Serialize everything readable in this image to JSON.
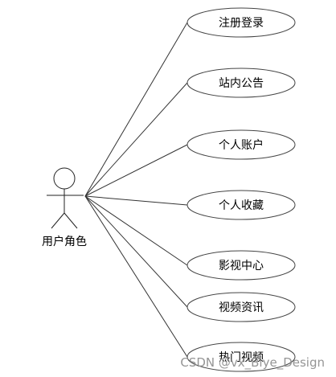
{
  "actor": {
    "label": "用户角色"
  },
  "use_cases": [
    {
      "label": "注册登录"
    },
    {
      "label": "站内公告"
    },
    {
      "label": "个人账户"
    },
    {
      "label": "个人收藏"
    },
    {
      "label": "影视中心"
    },
    {
      "label": "视频资讯"
    },
    {
      "label": "热门视频"
    }
  ],
  "watermark": "CSDN @vx_Biye_Design"
}
